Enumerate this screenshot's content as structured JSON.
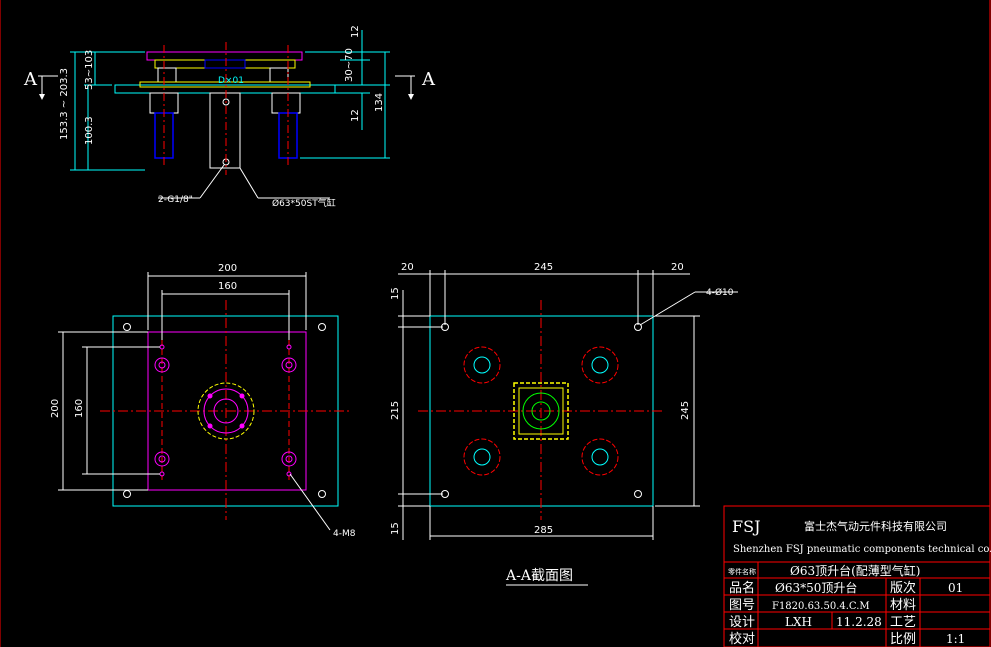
{
  "section_mark": "A",
  "front_view": {
    "dims_left": [
      "153.3 ~ 203.3",
      "100.3",
      "53~103"
    ],
    "dims_right": [
      "12",
      "30~70",
      "134",
      "12"
    ],
    "center_label": "D×01",
    "callout_port": "2-G1/8\"",
    "callout_cyl": "Ø63*50ST气缸"
  },
  "left_view": {
    "dim_top_outer": "200",
    "dim_top_inner": "160",
    "dim_left_outer": "200",
    "dim_left_inner": "160",
    "callout": "4-M8"
  },
  "right_view": {
    "dim_top_left": "20",
    "dim_top_mid": "245",
    "dim_top_right": "20",
    "dim_left_top": "15",
    "dim_left_mid": "215",
    "dim_left_bot": "15",
    "dim_right": "245",
    "dim_bottom": "285",
    "callout": "4-Ø10"
  },
  "section_title": "A-A截面图",
  "title_block": {
    "logo": "FSJ",
    "company_cn": "富士杰气动元件科技有限公司",
    "company_en": "Shenzhen FSJ pneumatic components technical co.ltd",
    "part_name_label": "零件名称",
    "part_name": "Ø63顶升台(配薄型气缸)",
    "rows": [
      {
        "label": "品名",
        "value": "Ø63*50顶升台",
        "label2": "版次",
        "value2": "01"
      },
      {
        "label": "图号",
        "value": "F1820.63.50.4.C.M",
        "label2": "材料",
        "value2": ""
      },
      {
        "label": "设计",
        "value": "LXH",
        "date": "11.2.28",
        "label2": "工艺",
        "value2": ""
      },
      {
        "label": "校对",
        "value": "",
        "label2": "比例",
        "value2": "1:1"
      }
    ]
  },
  "colors": {
    "background": "#000000",
    "dimension": "#00ffff",
    "outline": "#ff00ff",
    "centerline": "#ff0000",
    "yellow": "#ffff00",
    "blue": "#0000ff",
    "white": "#ffffff",
    "green": "#00ff00"
  }
}
